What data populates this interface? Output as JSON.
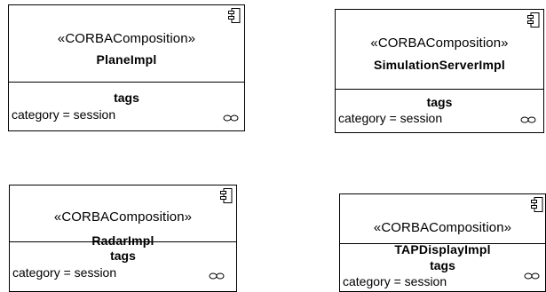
{
  "components": [
    {
      "stereotype": "«CORBAComposition»",
      "name": "PlaneImpl",
      "section_title": "tags",
      "tag": "category = session",
      "icon": "component-icon",
      "tag_icon": "link-icon"
    },
    {
      "stereotype": "«CORBAComposition»",
      "name": "SimulationServerImpl",
      "section_title": "tags",
      "tag": "category = session",
      "icon": "component-icon",
      "tag_icon": "link-icon"
    },
    {
      "stereotype": "«CORBAComposition»",
      "name": "RadarImpl",
      "section_title": "tags",
      "tag": "category = session",
      "icon": "component-icon",
      "tag_icon": "link-icon"
    },
    {
      "stereotype": "«CORBAComposition»",
      "name": "TAPDisplayImpl",
      "section_title": "tags",
      "tag": "category = session",
      "icon": "component-icon",
      "tag_icon": "link-icon"
    }
  ]
}
